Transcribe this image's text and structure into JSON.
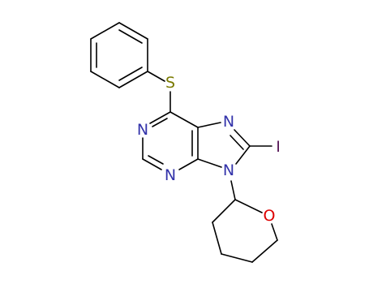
{
  "colors": {
    "bond": "#000000",
    "nitrogen": "#3333aa",
    "sulfur": "#7a7a00",
    "oxygen": "#dd0000",
    "iodine": "#5a1a5a",
    "background": "#ffffff"
  },
  "atoms": {
    "sulfur": "S",
    "n_pyrimidine_top": "N",
    "n_pyrimidine_bottom": "N",
    "n_imidazole_top": "N",
    "n_imidazole_substituted": "N",
    "iodine": "I",
    "oxygen": "O"
  }
}
